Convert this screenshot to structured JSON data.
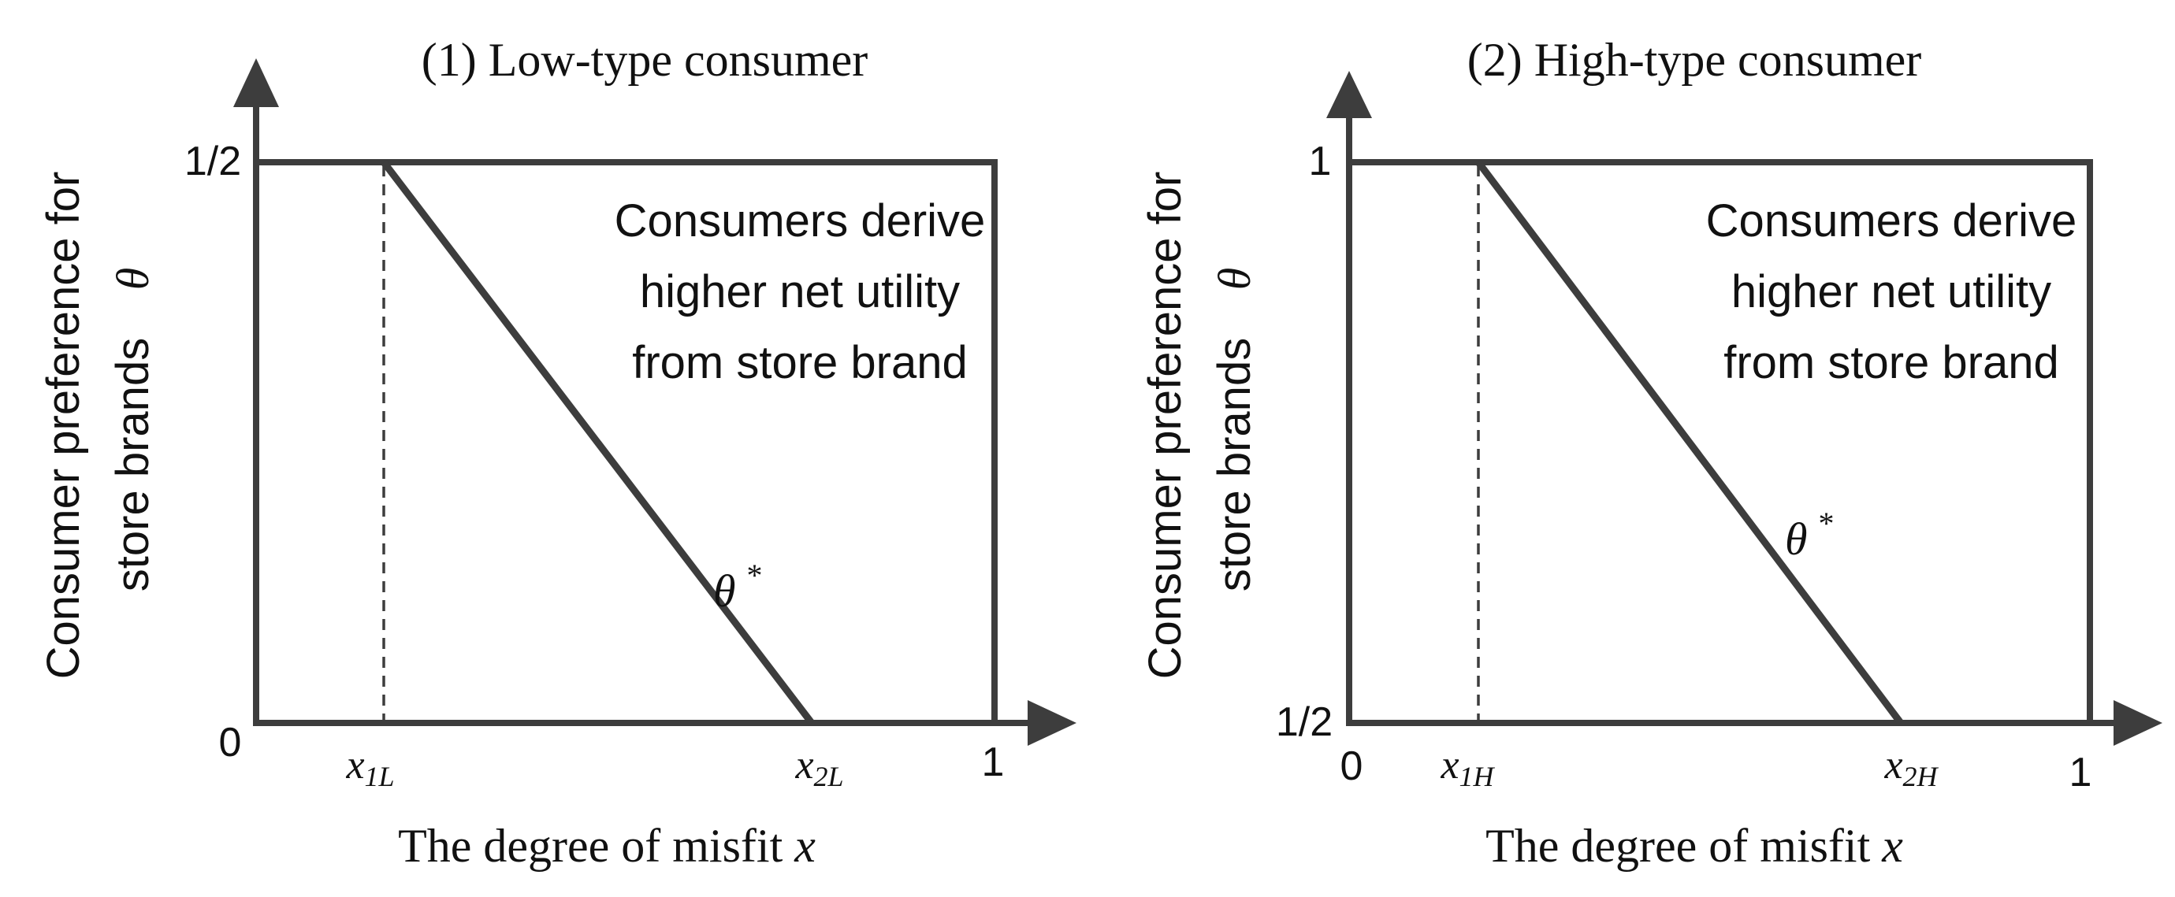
{
  "panels": [
    {
      "id": "low",
      "title": "(1) Low-type consumer",
      "ylabel_line1": "Consumer preference for",
      "ylabel_line2": "store brands",
      "ylabel_symbol": "θ",
      "y_top_label": "1/2",
      "y_bottom_label": "",
      "origin_label": "0",
      "x1_base": "x",
      "x1_sub": "1L",
      "x2_base": "x",
      "x2_sub": "2L",
      "x_end_label": "1",
      "region_line1": "Consumers derive",
      "region_line2": "higher net utility",
      "region_line3": "from store brand",
      "curve_base": "θ",
      "curve_sup": "*",
      "xlabel_text": "The degree of misfit ",
      "xlabel_var": "x"
    },
    {
      "id": "high",
      "title": "(2) High-type consumer",
      "ylabel_line1": "Consumer preference for",
      "ylabel_line2": "store brands",
      "ylabel_symbol": "θ",
      "y_top_label": "1",
      "y_bottom_label": "1/2",
      "origin_label": "0",
      "x1_base": "x",
      "x1_sub": "1H",
      "x2_base": "x",
      "x2_sub": "2H",
      "x_end_label": "1",
      "region_line1": "Consumers derive",
      "region_line2": "higher net utility",
      "region_line3": "from store brand",
      "curve_base": "θ",
      "curve_sup": "*",
      "xlabel_text": "The degree of misfit ",
      "xlabel_var": "x"
    }
  ]
}
